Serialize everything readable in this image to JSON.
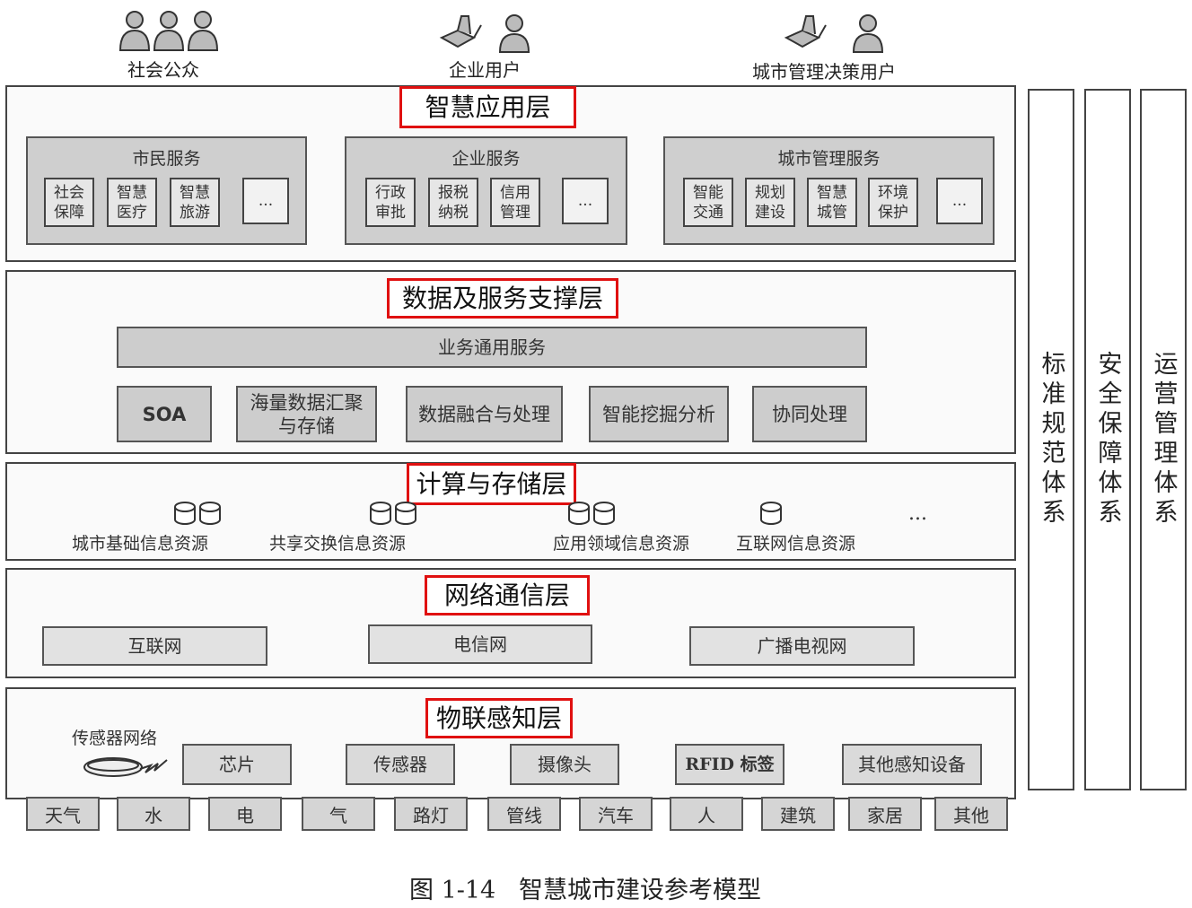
{
  "users": {
    "public": "社会公众",
    "enterprise": "企业用户",
    "city_mgmt": "城市管理决策用户"
  },
  "app_layer": {
    "title": "智慧应用层",
    "citizen": {
      "title": "市民服务",
      "items": [
        "社会保障",
        "智慧医疗",
        "智慧旅游",
        "..."
      ]
    },
    "enterprise": {
      "title": "企业服务",
      "items": [
        "行政审批",
        "报税纳税",
        "信用管理",
        "..."
      ]
    },
    "city": {
      "title": "城市管理服务",
      "items": [
        "智能交通",
        "规划建设",
        "智慧城管",
        "环境保护",
        "..."
      ]
    }
  },
  "data_layer": {
    "title": "数据及服务支撑层",
    "common": "业务通用服务",
    "items": [
      "SOA",
      "海量数据汇聚与存储",
      "数据融合与处理",
      "智能挖掘分析",
      "协同处理"
    ]
  },
  "compute_layer": {
    "title": "计算与存储层",
    "items": [
      "城市基础信息资源",
      "共享交换信息资源",
      "应用领域信息资源",
      "互联网信息资源"
    ],
    "more": "..."
  },
  "network_layer": {
    "title": "网络通信层",
    "items": [
      "互联网",
      "电信网",
      "广播电视网"
    ]
  },
  "iot_layer": {
    "title": "物联感知层",
    "sensor_network": "传感器网络",
    "items": [
      "芯片",
      "传感器",
      "摄像头",
      "RFID 标签",
      "其他感知设备"
    ]
  },
  "things": [
    "天气",
    "水",
    "电",
    "气",
    "路灯",
    "管线",
    "汽车",
    "人",
    "建筑",
    "家居",
    "其他"
  ],
  "pillars": [
    "标准规范体系",
    "安全保障体系",
    "运营管理体系"
  ],
  "caption": "图 1-14   智慧城市建设参考模型",
  "colors": {
    "highlight": "#e01010",
    "box_fill": "#cdcdcd"
  }
}
